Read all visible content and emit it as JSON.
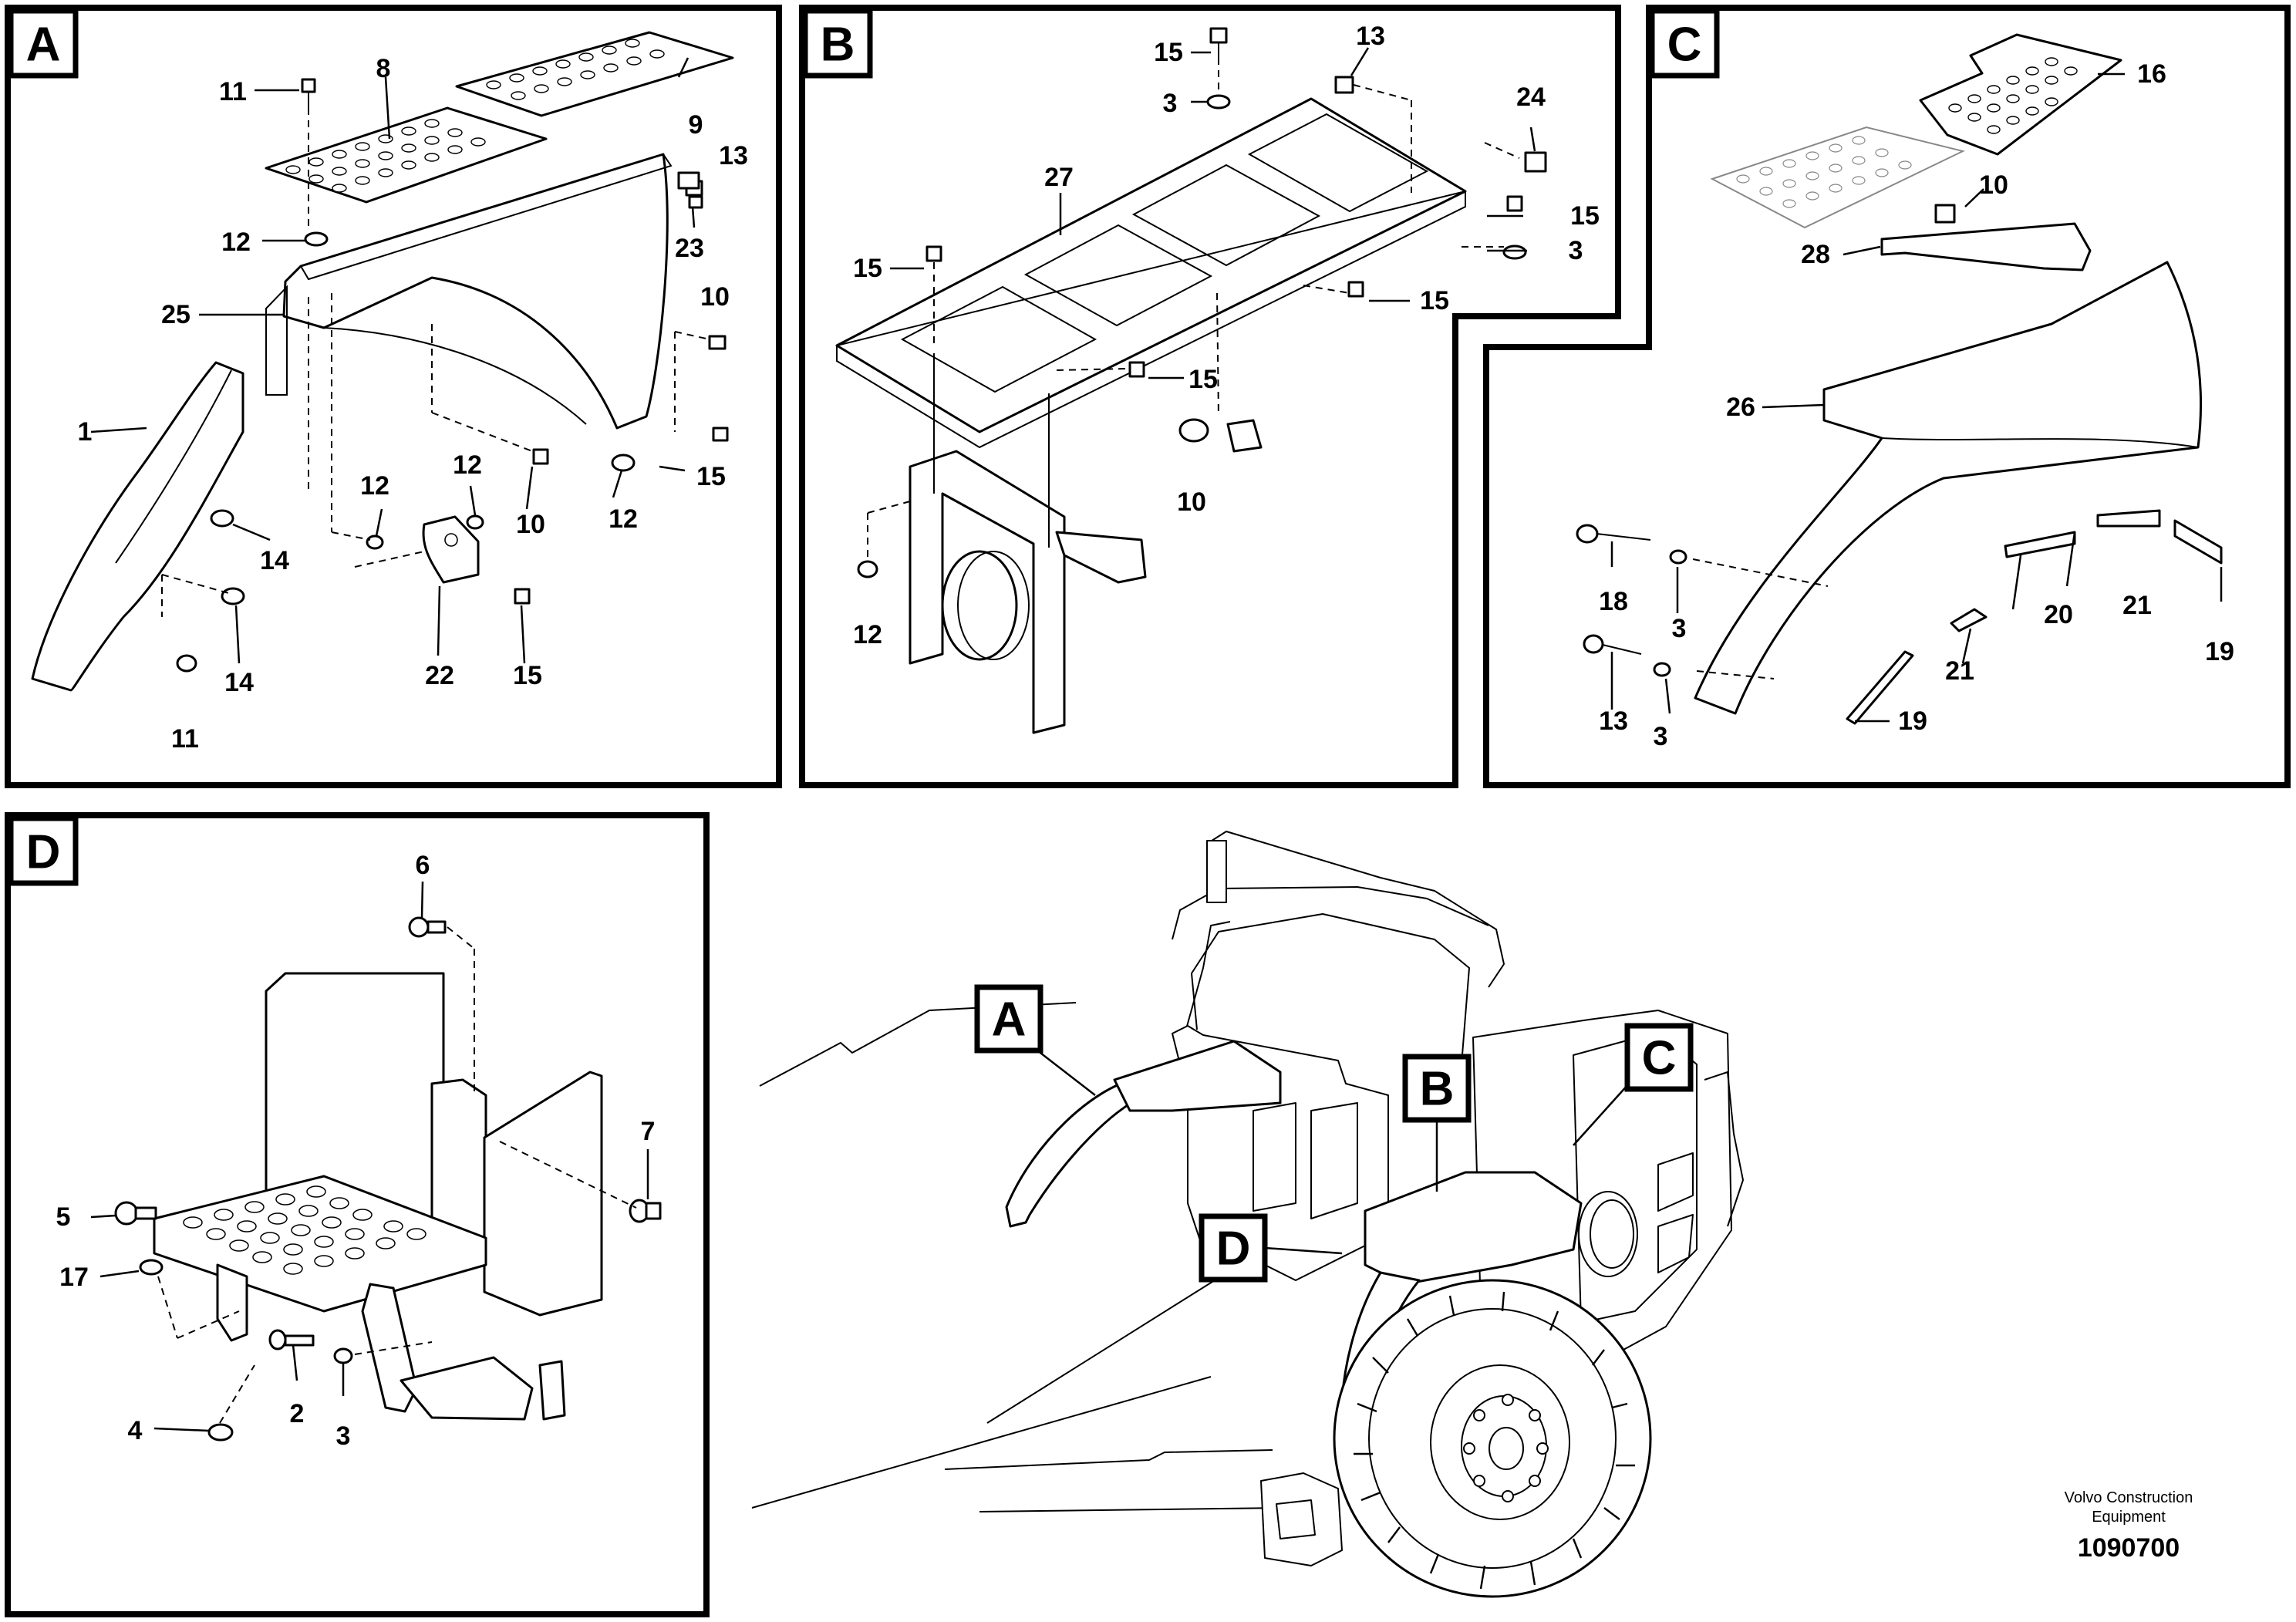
{
  "panels": [
    {
      "id": "A",
      "label": "A"
    },
    {
      "id": "B",
      "label": "B"
    },
    {
      "id": "C",
      "label": "C"
    },
    {
      "id": "D",
      "label": "D"
    }
  ],
  "overview_tags": [
    "A",
    "B",
    "C",
    "D"
  ],
  "callouts": {
    "A": [
      "11",
      "8",
      "9",
      "13",
      "12",
      "23",
      "25",
      "10",
      "1",
      "15",
      "12",
      "12",
      "14",
      "10",
      "12",
      "14",
      "22",
      "15",
      "11"
    ],
    "B": [
      "15",
      "13",
      "3",
      "24",
      "27",
      "15",
      "15",
      "3",
      "15",
      "15",
      "10",
      "12"
    ],
    "C": [
      "16",
      "10",
      "28",
      "26",
      "18",
      "3",
      "20",
      "21",
      "19",
      "21",
      "13",
      "3",
      "19"
    ],
    "D": [
      "6",
      "7",
      "5",
      "17",
      "2",
      "3",
      "4"
    ]
  },
  "footer": {
    "brand_line1": "Volvo Construction",
    "brand_line2": "Equipment",
    "doc_number": "1090700"
  }
}
